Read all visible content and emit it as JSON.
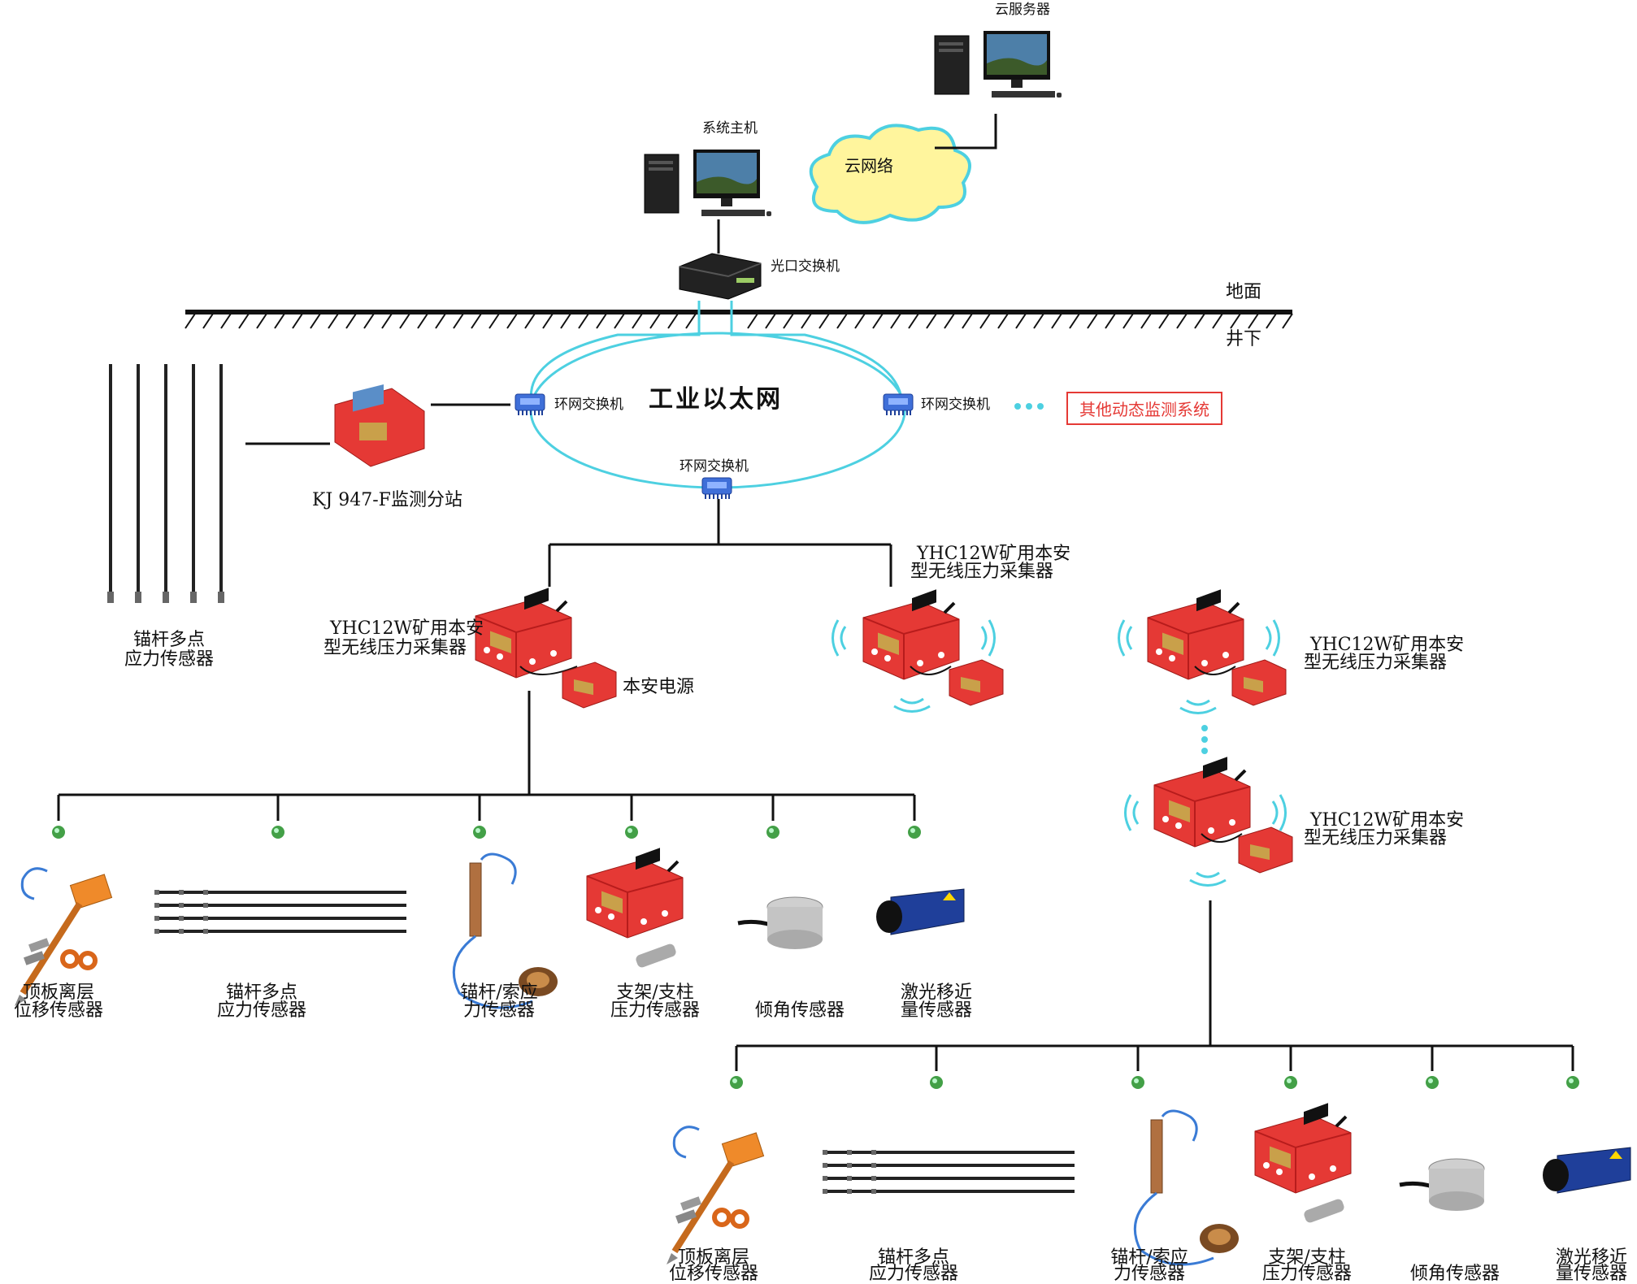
{
  "surface": {
    "cloud_server": "云服务器",
    "cloud_network": "云网络",
    "system_host": "系统主机",
    "optical_switch": "光口交换机",
    "ground": "地面",
    "underground": "井下"
  },
  "ring": {
    "title": "工业以太网",
    "switch_left": "环网交换机",
    "switch_right": "环网交换机",
    "switch_bottom": "环网交换机",
    "other_systems": "其他动态监测系统",
    "dots": "•••"
  },
  "substation": {
    "name": "KJ 947-F监测分站",
    "rods_label_1": "锚杆多点",
    "rods_label_2": "应力传感器"
  },
  "collectors": {
    "left_1": "YHC12W矿用本安",
    "left_2": "型无线压力采集器",
    "power": "本安电源",
    "mid_1": "YHC12W矿用本安",
    "mid_2": "型无线压力采集器",
    "right_top_1": "YHC12W矿用本安",
    "right_top_2": "型无线压力采集器",
    "right_bot_1": "YHC12W矿用本安",
    "right_bot_2": "型无线压力采集器"
  },
  "sensors_row1": [
    {
      "l1": "顶板离层",
      "l2": "位移传感器"
    },
    {
      "l1": "锚杆多点",
      "l2": "应力传感器"
    },
    {
      "l1": "锚杆/索应",
      "l2": "力传感器"
    },
    {
      "l1": "支架/支柱",
      "l2": "压力传感器"
    },
    {
      "l1": "",
      "l2": "倾角传感器"
    },
    {
      "l1": "激光移近",
      "l2": "量传感器"
    }
  ],
  "sensors_row2": [
    {
      "l1": "顶板离层",
      "l2": "位移传感器"
    },
    {
      "l1": "锚杆多点",
      "l2": "应力传感器"
    },
    {
      "l1": "锚杆/索应",
      "l2": "力传感器"
    },
    {
      "l1": "支架/支柱",
      "l2": "压力传感器"
    },
    {
      "l1": "",
      "l2": "倾角传感器"
    },
    {
      "l1": "激光移近",
      "l2": "量传感器"
    }
  ],
  "colors": {
    "ring": "#4dd0e1",
    "device_red": "#e53935",
    "node_green": "#43a047",
    "switch_blue": "#3f6fd8",
    "laser_blue": "#1f3f9a"
  }
}
